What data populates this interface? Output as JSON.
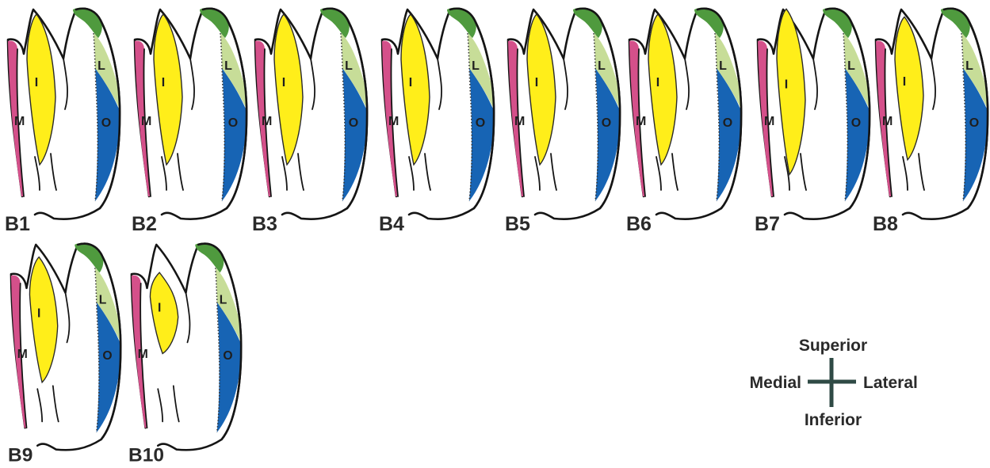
{
  "colors": {
    "insula_I": "#ffee1a",
    "medial_M": "#d4508a",
    "lateral_L": "#c7dd98",
    "lateral_cap": "#4f9a3e",
    "opercular_O": "#1764b4",
    "outline": "#151515"
  },
  "region_labels": {
    "insula": "I",
    "medial": "M",
    "lateral": "L",
    "opercular": "O"
  },
  "panels": [
    {
      "id": "B1",
      "label": "B1"
    },
    {
      "id": "B2",
      "label": "B2"
    },
    {
      "id": "B3",
      "label": "B3"
    },
    {
      "id": "B4",
      "label": "B4"
    },
    {
      "id": "B5",
      "label": "B5"
    },
    {
      "id": "B6",
      "label": "B6"
    },
    {
      "id": "B7",
      "label": "B7"
    },
    {
      "id": "B8",
      "label": "B8"
    },
    {
      "id": "B9",
      "label": "B9"
    },
    {
      "id": "B10",
      "label": "B10"
    }
  ],
  "orientation": {
    "superior": "Superior",
    "inferior": "Inferior",
    "medial": "Medial",
    "lateral": "Lateral"
  }
}
